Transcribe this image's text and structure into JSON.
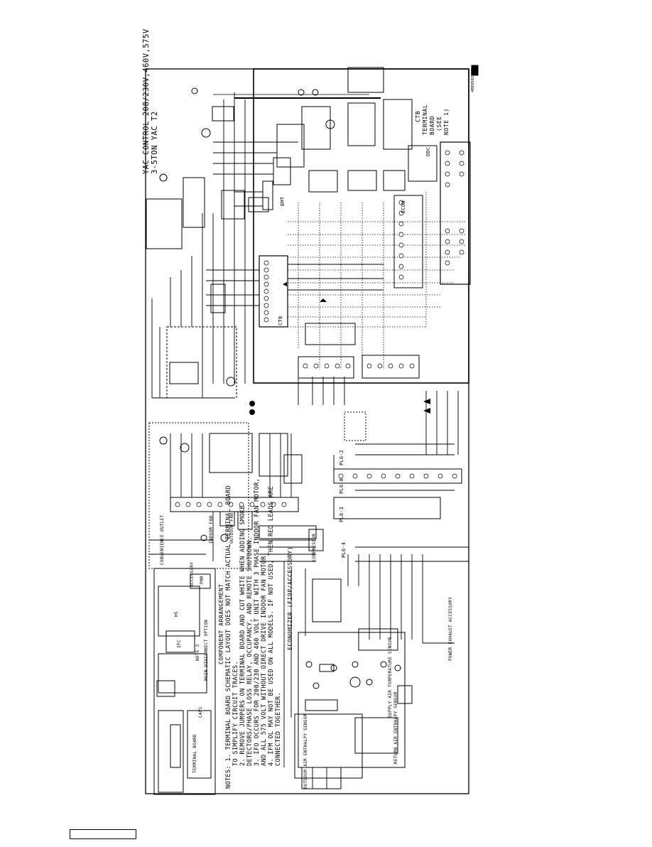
{
  "diagram": {
    "title_line1": "YAC CONTROL 208/230V,460V,575V",
    "title_line2": "3-5TON YAC T2",
    "terminal_board_label": [
      "TERMINAL",
      "BOARD",
      "(SEE",
      "NOTE 1)",
      "CTB"
    ],
    "component_arrangement_label": "COMPONENT ARRANGEMENT",
    "economizer_label": "ECONOMIZER (FIOP/ACCESSORY)",
    "doc_id": "48EH502905",
    "notes": [
      "NOTES: 1. TERMINAL BOARD SCHEMATIC LAYOUT DOES NOT MATCH ACTUAL TERMINAL BOARD",
      "TO SIMPLIFY CIRCUIT TRACES.",
      "2. REMOVE JUMPERS ON TERMINAL BOARD AND CUT WHITE WHEN ADDING SMOKE",
      "DETECTORS/PHASE LOSS RELAY, OCCUPANCY, AND REMOTE SHUTDOWN.",
      "3. IFO OCCURS FOR 208/230 AND 460 VOLT UNIT WITH 3 PHASE INDOOR FAN MOTOR,",
      "AND ALL 575 VOLT WITHOUT DIRECT DRIVE INDOOR FAN MOTOR.",
      "4. IFM OL MAY NOT BE USED ON ALL MODELS. IF NOT USED, THEN RED LEADS ARE",
      "CONNECTED TOGETHER."
    ],
    "component_boxes": [
      "ACCESSORY",
      "PMR",
      "HS",
      "IFC",
      "CAP1",
      "TERMINAL BOARD",
      "NOTE 3",
      "MAIN DISCONNECT OPTION"
    ],
    "side_labels": [
      "CTB",
      "DDC",
      "ECON",
      "EMT",
      "PL6-4",
      "PL6-3",
      "PL6-8",
      "PL6-2",
      "POWER EXHAUST ACCESSORY",
      "OUTDOOR AIR ENTHALPY SENSOR",
      "RETURN AIR ENTHALPY SENSOR",
      "SUPPLY AIR TEMPERATURE SENSOR",
      "CONVENIENCE OUTLET",
      "COMPRESSOR",
      "OUTDOOR FAN",
      "INDOOR FAN"
    ]
  }
}
